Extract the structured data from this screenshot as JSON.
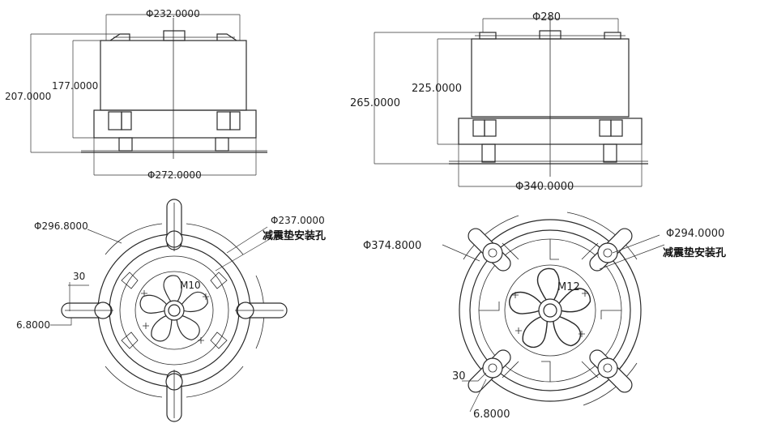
{
  "left_side_view": {
    "top_diameter": "Φ232.0000",
    "height_overall": "207.0000",
    "height_body": "177.0000",
    "base_diameter": "Φ272.0000"
  },
  "right_side_view": {
    "top_diameter": "Φ280",
    "height_overall": "265.0000",
    "height_body": "225.0000",
    "base_diameter": "Φ340.0000"
  },
  "left_plan_view": {
    "outer_diameter": "Φ296.8000",
    "hole_circle_diameter": "Φ237.0000",
    "mount_hole_label": "减震垫安装孔",
    "thread": "M10",
    "slot_length": "30",
    "hole_width": "6.8000"
  },
  "right_plan_view": {
    "outer_diameter": "Φ374.8000",
    "hole_circle_diameter": "Φ294.0000",
    "mount_hole_label": "减震垫安装孔",
    "thread": "M12",
    "slot_length": "30",
    "hole_width": "6.8000"
  }
}
